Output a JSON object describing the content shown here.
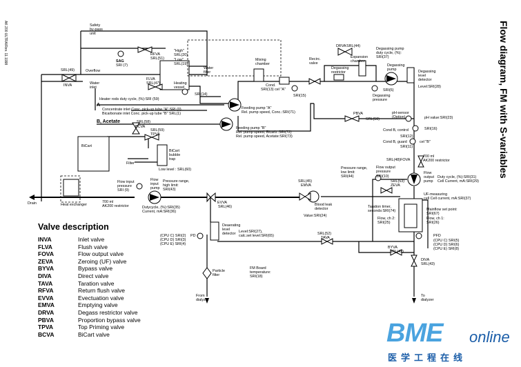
{
  "title": "Flow diagram, FM  with S-variables",
  "side_note": "AK 200 ULTRA/Rev. 11.1998",
  "legend": {
    "title": "Valve description",
    "valves": [
      {
        "code": "INVA",
        "desc": "Inlet valve"
      },
      {
        "code": "FLVA",
        "desc": "Flush valve"
      },
      {
        "code": "FOVA",
        "desc": "Flow output valve"
      },
      {
        "code": "ZEVA",
        "desc": "Zeroing (UF) valve"
      },
      {
        "code": "BYVA",
        "desc": "Bypass valve"
      },
      {
        "code": "DIVA",
        "desc": "Direct valve"
      },
      {
        "code": "TAVA",
        "desc": "Taration valve"
      },
      {
        "code": "RFVA",
        "desc": "Return flush valve"
      },
      {
        "code": "EVVA",
        "desc": "Evectuation valve"
      },
      {
        "code": "EMVA",
        "desc": "Emptying valve"
      },
      {
        "code": "DRVA",
        "desc": "Degass restrictor valve"
      },
      {
        "code": "PBVA",
        "desc": "Proportion bypass valve"
      },
      {
        "code": "TPVA",
        "desc": "Top Priming valve"
      },
      {
        "code": "BCVA",
        "desc": "BiCart valve"
      }
    ]
  },
  "labels": {
    "safety_bypass": "Safety\nby-pass\nunit",
    "sag": "SAG",
    "sag_s": "SRI (7)",
    "rfva": "RFVA",
    "rfva_s": "SRL(51)",
    "high": "\"High\"",
    "high_s": "SRL(20)",
    "low": "\"Low\"",
    "low_s": "SRL(19)",
    "flva": "FLVA",
    "flva_s": "SRL(47)",
    "heating_vessel": "Heating\nvessel",
    "water_filter": "Water\nfilter",
    "sri14": "SRI(14)",
    "srl49": "SRL(49)",
    "inva": "INVA",
    "overflow": "Overflow",
    "water_inlet": "Water\ninlet",
    "heater": "Heater rods duty cycle, (%):SRI (59)",
    "conc_a": "Concentrate inlet Conc. pick-up tube \"A\" SRL(0)",
    "conc_b": "Bicarbonate inlet Conc. pick-up tube \"B\" SRL(1)",
    "a": "A",
    "b_acetate": "B, Acetate",
    "srl58": "SRL(58)",
    "bcva": "BCVA",
    "srl59": "SRL(59)",
    "tpva": "TPVA",
    "bicart": "BiCart",
    "bicart_trap": "BiCart\nbubble\ntrap",
    "low_level": "Low level : SRL(60)",
    "filter": "Filter",
    "feed_a": "Feeding pump \"A\"",
    "feed_a_s": "Rel. pump speed, Conc.:SRI(71)",
    "feed_b": "Feeding pump \"B\"",
    "feed_b_s1": "Rel. pump speed, Bicarb.:SRI(72)",
    "feed_b_s2": "Rel. pump speed, Acetate:SRI(73)",
    "mixing": "Mixing\nchamber",
    "cond": "Cond.\nSRI(13) cel \"A\"",
    "sri15": "SRI(15)",
    "drva": "DRVA",
    "srl44": "SRL(44)",
    "recirc": "Recirc.\nvalve",
    "degass_restr": "Degassing\nrestrictor",
    "expansion": "Expansion\nchamber",
    "degass_pump": "Degassing pump\nduty cycle, (%):\nSRI(37)",
    "degass_pump2": "Degassing\npump",
    "degass_press": "Degassing\npressure",
    "sri6": "SRI(6)",
    "degass_level": "Degassing\nlevel\ndetector",
    "level28": "Level:SRI(28)",
    "pbva": "PBVA",
    "srl50": "SRL(50)",
    "ph_sensor": "pH-sensor\n(Option)",
    "ph_value": "pH value:SRI(23)",
    "sri16": "SRI(16)",
    "cond_b": "Cond B, control",
    "sri12": "SRI(12)",
    "cond_b_guard": "Cond B, guard",
    "cel_b": "cel \"B\"",
    "sri11": "SRI(11)",
    "ak200_700": "700 ml\nAK200 restrictor",
    "srl48": "SRL(48)FOVA",
    "flow_output_press": "Flow output\npressure",
    "sri10": "SRI(10)",
    "pressure_range": "Pressure range,\nlow limit:\nSRI(44)",
    "srl53": "SRL(53)",
    "zeva": "ZEVA",
    "flow_output_pump": "Flow\noutput\npump",
    "duty_fop": "Duty cycle, (%):SRI(31)",
    "cell_current": "Cell Current, mA:SRI(29)",
    "drain": "Drain",
    "heat_ex": "Heat exchanger",
    "ak200_rest": "700 ml\nAK200 restrictor",
    "flow_input_press": "Flow input\npressure\nSRI (9)",
    "flow_input_pump": "Flow\ninput\npump",
    "press_range_high": "Pressure range,\nhigh limit:\nSRI(43)",
    "duty_fip": "Dutycycle, (%):SRI(35)",
    "current_fip": "Current, mA:SRI(36)",
    "srl46": "SRL(46)",
    "evva": "EVVA",
    "srl45": "SRL(45)",
    "emva": "EMVA",
    "blood_leak": "Blood leak\ndetector",
    "blood_val": "Value:SRI(24)",
    "uf_cell": "UF-measuring\ncell Cell current, mA:SRI(37)",
    "taration": "Taration timer,\nseconds:SRI(74)",
    "flow_ch2": "Flow, ch 2:\nSRI(25)",
    "mainflow": "Mainflow set point:\nSRI(67)",
    "flow_ch1": "Flow, ch 1:\nSRI(26)",
    "degas_level_det": "Deaerating\nlevel\ndetector",
    "level27": "Level:SRI(27),",
    "calc_set": "calc.set level:SRI(65)",
    "cpu": "(CPU C) SRI(2)\n(CPU D) SRI(3)\n(CPU E) SRI(4)",
    "pd": "PD",
    "srl52": "SRL(52)",
    "tava": "TAVA",
    "byva": "BYVA",
    "srl42": "SRL(42)",
    "pfd": "PFD",
    "pfd_cpu": "(CPU C) SRI(5)\n(CPU D) SRI(6)\n(CPU E) SRI(8)",
    "diva": "DIVA",
    "srl43": "SRL(43)",
    "particle": "Particle\nfilter",
    "fm_board": "FM Board\ntemperature:\nSRI(18)",
    "from_dialyzer": "From\ndialyzer",
    "to_dialyzer": "To\ndialyzer"
  },
  "logo": {
    "main": "BME",
    "online": "online",
    "cn": "医学工程在线"
  }
}
